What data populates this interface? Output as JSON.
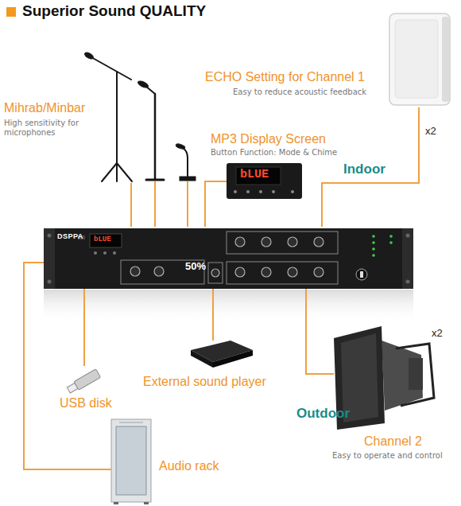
{
  "diagram": {
    "title": "Superior Sound QUALITY",
    "nodes": [
      {
        "text": [
          "ECHO Setting for Channel 1",
          "Easy to reduce acoustic feedback",
          "x2"
        ]
      },
      {
        "text": [
          "Mihrab/Minbar",
          "High sensitivity for microphones"
        ]
      },
      {
        "text": [
          "bLUE",
          "MP3 Display Screen",
          "Button Function: Mode & Chime"
        ]
      },
      {
        "text": [
          "DSPPA",
          "bLUE",
          "50%"
        ]
      },
      {
        "text": [
          "USB disk"
        ]
      },
      {
        "text": [
          "External sound player"
        ]
      },
      {
        "text": [
          "x2",
          "Channel 2",
          "Easy to operate and control"
        ]
      },
      {
        "text": [
          "Audio rack"
        ]
      }
    ],
    "edges": [
      {
        "from": 1,
        "to": 3,
        "arrow": "none"
      },
      {
        "from": 2,
        "to": 3,
        "arrow": "none"
      },
      {
        "from": 0,
        "to": 3,
        "arrow": "none"
      },
      {
        "from": 4,
        "to": 3,
        "arrow": "none"
      },
      {
        "from": 5,
        "to": 3,
        "arrow": "none"
      },
      {
        "from": 6,
        "to": 3,
        "arrow": "none"
      },
      {
        "from": 7,
        "to": 3,
        "arrow": "none"
      }
    ],
    "labels": [
      "Indoor",
      "Outdoor"
    ]
  }
}
